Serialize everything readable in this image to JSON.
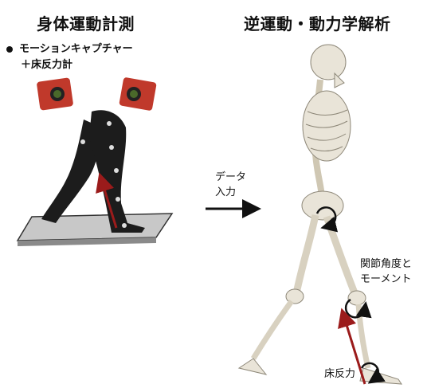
{
  "left_panel": {
    "title": "身体運動計測",
    "sensors_line1": "モーションキャプチャー",
    "sensors_line2": "＋床反力計"
  },
  "right_panel": {
    "title": "逆運動・動力学解析"
  },
  "arrow_label": {
    "line1": "データ",
    "line2": "入力"
  },
  "annotations": {
    "joint_line1": "関節角度と",
    "joint_line2": "モーメント",
    "grf": "床反力"
  },
  "colors": {
    "force_arrow": "#9b1b1b",
    "leg": "#1c1c1c",
    "plate": "#c8c8c8",
    "camera": "#c0392b",
    "bone": "#e9e4d8"
  },
  "icons": [
    "camera-icon",
    "camera-icon",
    "force-plate",
    "black-leg-model",
    "skeleton-model",
    "moment-arrow-icon"
  ]
}
